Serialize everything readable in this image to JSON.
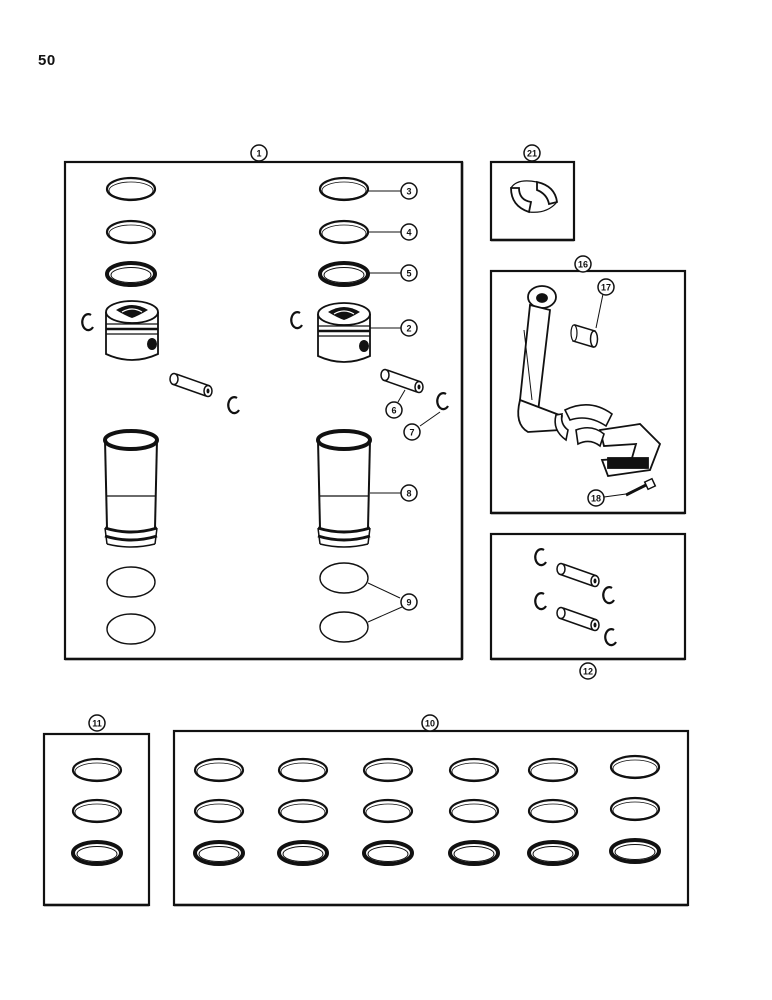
{
  "page": {
    "number": "50"
  },
  "colors": {
    "ink": "#111111",
    "paper": "#ffffff"
  },
  "callouts": {
    "c1": "1",
    "c2": "2",
    "c3": "3",
    "c4": "4",
    "c5": "5",
    "c6": "6",
    "c7": "7",
    "c8": "8",
    "c9": "9",
    "c10": "10",
    "c11": "11",
    "c12": "12",
    "c16": "16",
    "c17": "17",
    "c18": "18",
    "c21": "21"
  },
  "icons": {
    "piston": "piston-icon",
    "ring": "piston-ring-icon",
    "pin": "piston-pin-icon",
    "snap_ring": "snap-ring-icon",
    "sleeve": "cylinder-sleeve-icon",
    "o_ring": "o-ring-icon",
    "rod": "connecting-rod-icon",
    "bushing": "bushing-icon",
    "bearing": "bearing-icon",
    "bolt": "bolt-icon"
  }
}
